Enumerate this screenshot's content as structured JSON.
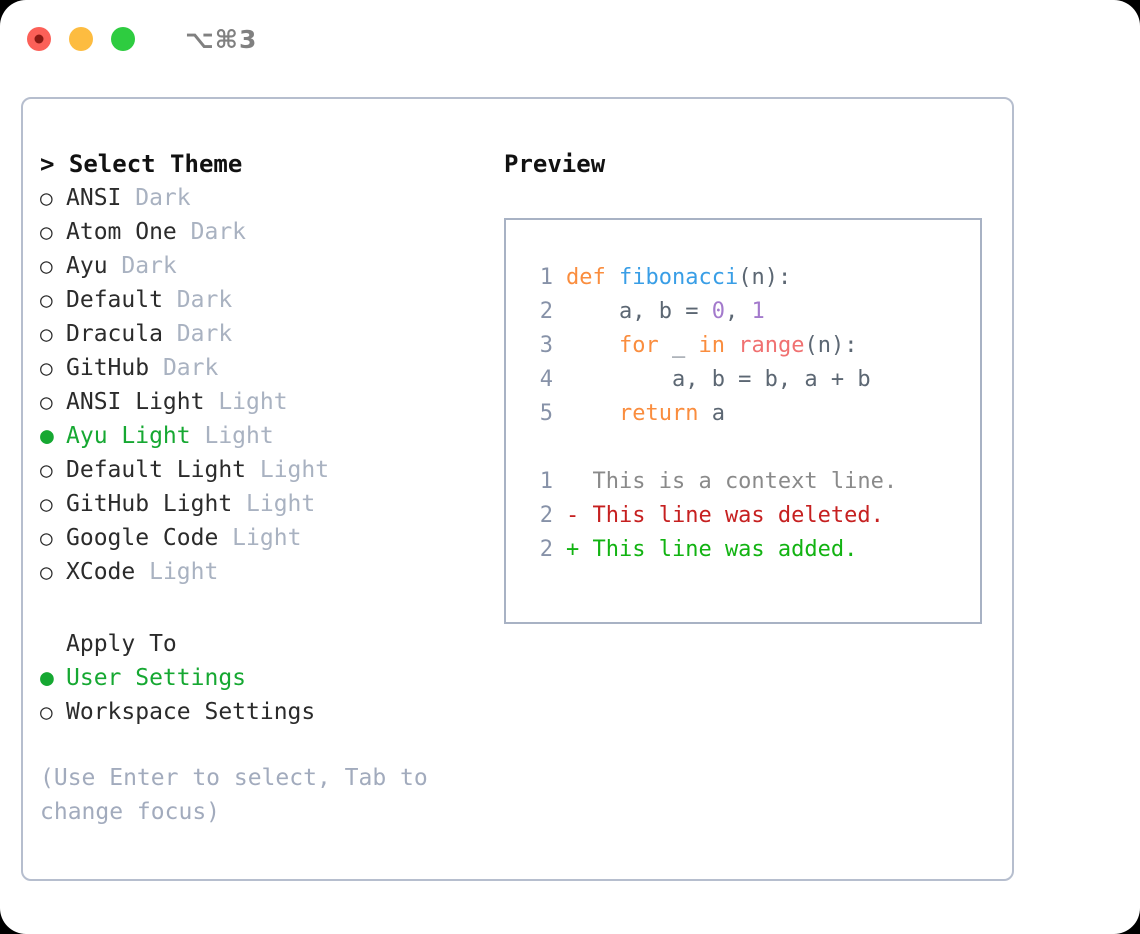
{
  "titlebar": {
    "shortcut": "⌥⌘3",
    "dots": [
      {
        "name": "close",
        "color": "#FC6058"
      },
      {
        "name": "minimize",
        "color": "#FDBC40"
      },
      {
        "name": "maximize",
        "color": "#2ECC40"
      }
    ]
  },
  "left": {
    "header": "> Select Theme",
    "themes": [
      {
        "marker": "○",
        "label": "ANSI",
        "suffix": " Dark",
        "selected": false
      },
      {
        "marker": "○",
        "label": "Atom One",
        "suffix": " Dark",
        "selected": false
      },
      {
        "marker": "○",
        "label": "Ayu",
        "suffix": " Dark",
        "selected": false
      },
      {
        "marker": "○",
        "label": "Default",
        "suffix": " Dark",
        "selected": false
      },
      {
        "marker": "○",
        "label": "Dracula",
        "suffix": " Dark",
        "selected": false
      },
      {
        "marker": "○",
        "label": "GitHub",
        "suffix": " Dark",
        "selected": false
      },
      {
        "marker": "○",
        "label": "ANSI Light",
        "suffix": " Light",
        "selected": false
      },
      {
        "marker": "●",
        "label": "Ayu Light",
        "suffix": " Light",
        "selected": true
      },
      {
        "marker": "○",
        "label": "Default Light",
        "suffix": " Light",
        "selected": false
      },
      {
        "marker": "○",
        "label": "GitHub Light",
        "suffix": " Light",
        "selected": false
      },
      {
        "marker": "○",
        "label": "Google Code",
        "suffix": " Light",
        "selected": false
      },
      {
        "marker": "○",
        "label": "XCode",
        "suffix": " Light",
        "selected": false
      }
    ],
    "apply_to": {
      "title": "Apply To",
      "options": [
        {
          "marker": "●",
          "label": "User Settings",
          "selected": true
        },
        {
          "marker": "○",
          "label": "Workspace Settings",
          "selected": false
        }
      ]
    },
    "hint": "(Use Enter to select, Tab to change focus)"
  },
  "right": {
    "header": "Preview",
    "code": [
      {
        "ln": "1",
        "tokens": [
          {
            "t": "def ",
            "c": "kw"
          },
          {
            "t": "fibonacci",
            "c": "fn"
          },
          {
            "t": "(n):",
            "c": "txt"
          }
        ]
      },
      {
        "ln": "2",
        "tokens": [
          {
            "t": "    a, b = ",
            "c": "txt"
          },
          {
            "t": "0",
            "c": "num"
          },
          {
            "t": ", ",
            "c": "txt"
          },
          {
            "t": "1",
            "c": "num"
          }
        ]
      },
      {
        "ln": "3",
        "tokens": [
          {
            "t": "    ",
            "c": "txt"
          },
          {
            "t": "for",
            "c": "kw"
          },
          {
            "t": " _ ",
            "c": "txt"
          },
          {
            "t": "in",
            "c": "kw"
          },
          {
            "t": " ",
            "c": "txt"
          },
          {
            "t": "range",
            "c": "call"
          },
          {
            "t": "(n):",
            "c": "txt"
          }
        ]
      },
      {
        "ln": "4",
        "tokens": [
          {
            "t": "        a, b = b, a + b",
            "c": "txt"
          }
        ]
      },
      {
        "ln": "5",
        "tokens": [
          {
            "t": "    ",
            "c": "txt"
          },
          {
            "t": "return",
            "c": "kw"
          },
          {
            "t": " a",
            "c": "txt"
          }
        ]
      }
    ],
    "diff": [
      {
        "ln": "1",
        "text": "  This is a context line.",
        "kind": "ctx"
      },
      {
        "ln": "2",
        "text": "- This line was deleted.",
        "kind": "del"
      },
      {
        "ln": "2",
        "text": "+ This line was added.",
        "kind": "add"
      }
    ]
  },
  "colors": {
    "accent_green": "#16A832",
    "muted": "#A9B2C1",
    "hint": "#A2ABBD",
    "border": "#B6BECE",
    "preview_border": "#A8B2C4",
    "keyword": "#FA8D3E",
    "function": "#399EE6",
    "number": "#A37ACC",
    "call": "#F07171",
    "text": "#5C6773",
    "diff_context": "#8A8A8A",
    "diff_deleted": "#C62020",
    "diff_added": "#12B312"
  }
}
